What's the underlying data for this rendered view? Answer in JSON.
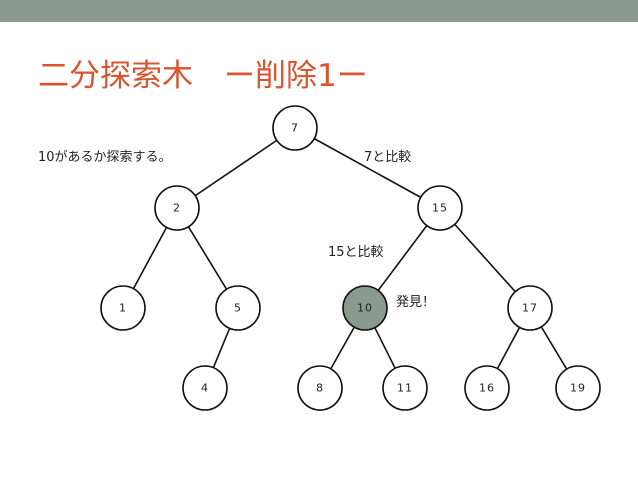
{
  "slide": {
    "title": "二分探索木　ー削除1ー",
    "accent_color": "#d9542f",
    "bar_color": "#8b9a8f"
  },
  "annotations": {
    "search_note": "10があるか探索する。",
    "compare_root": "7と比較",
    "compare_15": "15と比較",
    "found": "発見！"
  },
  "tree": {
    "highlight_color": "#8b9a8f",
    "nodes": [
      {
        "id": "n7",
        "label": "7"
      },
      {
        "id": "n2",
        "label": "2"
      },
      {
        "id": "n15",
        "label": "15"
      },
      {
        "id": "n1",
        "label": "1"
      },
      {
        "id": "n5",
        "label": "5"
      },
      {
        "id": "n10",
        "label": "10",
        "highlighted": true
      },
      {
        "id": "n17",
        "label": "17"
      },
      {
        "id": "n4",
        "label": "4"
      },
      {
        "id": "n8",
        "label": "8"
      },
      {
        "id": "n11",
        "label": "11"
      },
      {
        "id": "n16",
        "label": "16"
      },
      {
        "id": "n19",
        "label": "19"
      }
    ],
    "edges": [
      [
        "n7",
        "n2"
      ],
      [
        "n7",
        "n15"
      ],
      [
        "n2",
        "n1"
      ],
      [
        "n2",
        "n5"
      ],
      [
        "n5",
        "n4"
      ],
      [
        "n15",
        "n10"
      ],
      [
        "n15",
        "n17"
      ],
      [
        "n10",
        "n8"
      ],
      [
        "n10",
        "n11"
      ],
      [
        "n17",
        "n16"
      ],
      [
        "n17",
        "n19"
      ]
    ]
  }
}
